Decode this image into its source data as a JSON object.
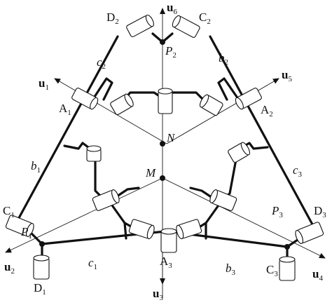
{
  "axes": [
    {
      "id": "u6",
      "main": "u",
      "sub": "6"
    },
    {
      "id": "u1",
      "main": "u",
      "sub": "1"
    },
    {
      "id": "u5",
      "main": "u",
      "sub": "5"
    },
    {
      "id": "u2",
      "main": "u",
      "sub": "2"
    },
    {
      "id": "u4",
      "main": "u",
      "sub": "4"
    },
    {
      "id": "u3",
      "main": "u",
      "sub": "3"
    }
  ],
  "points": [
    {
      "id": "D2",
      "main": "D",
      "sub": "2"
    },
    {
      "id": "C2",
      "main": "C",
      "sub": "2"
    },
    {
      "id": "P2",
      "main": "P",
      "sub": "2"
    },
    {
      "id": "A1",
      "main": "A",
      "sub": "1"
    },
    {
      "id": "A2",
      "main": "A",
      "sub": "2"
    },
    {
      "id": "N",
      "main": "N",
      "sub": ""
    },
    {
      "id": "M",
      "main": "M",
      "sub": ""
    },
    {
      "id": "C1",
      "main": "C",
      "sub": "1"
    },
    {
      "id": "P1",
      "main": "P",
      "sub": "1"
    },
    {
      "id": "D1",
      "main": "D",
      "sub": "1"
    },
    {
      "id": "A3",
      "main": "A",
      "sub": "3"
    },
    {
      "id": "P3",
      "main": "P",
      "sub": "3"
    },
    {
      "id": "D3",
      "main": "D",
      "sub": "3"
    },
    {
      "id": "C3",
      "main": "C",
      "sub": "3"
    }
  ],
  "links": [
    {
      "id": "c2",
      "main": "c",
      "sub": "2"
    },
    {
      "id": "b2",
      "main": "b",
      "sub": "2"
    },
    {
      "id": "b1",
      "main": "b",
      "sub": "1"
    },
    {
      "id": "c3",
      "main": "c",
      "sub": "3"
    },
    {
      "id": "c1",
      "main": "c",
      "sub": "1"
    },
    {
      "id": "b3",
      "main": "b",
      "sub": "3"
    }
  ]
}
